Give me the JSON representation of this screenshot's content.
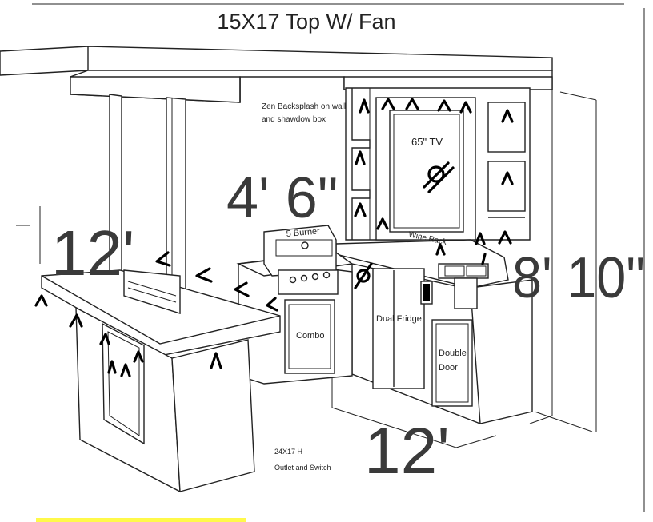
{
  "title": "15X17 Top W/ Fan",
  "annotations": {
    "backsplash_note_line1": "Zen Backsplash on wall",
    "backsplash_note_line2": "and shawdow box",
    "tv_label": "65\" TV",
    "burner_label": "5 Burner",
    "wine_rack_label": "Wine Rack",
    "combo_label": "Combo",
    "fridge_label": "Dual Fridge",
    "double_door_line1": "Double",
    "double_door_line2": "Door",
    "outlet_note_line1": "24X17 H",
    "outlet_note_line2": "Outlet and Switch"
  },
  "dimensions": {
    "height_center": "4' 6\"",
    "left_length": "12'",
    "right_height": "8' 10\"",
    "bottom_length": "12'"
  },
  "colors": {
    "highlight": "#fff94a",
    "ink": "#222222"
  }
}
